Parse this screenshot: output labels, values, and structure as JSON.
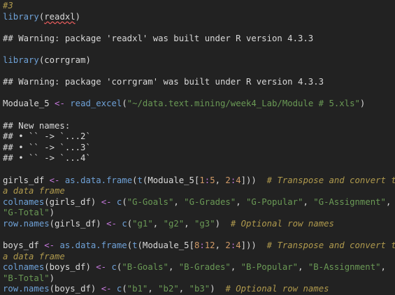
{
  "lines": {
    "l01": "#3",
    "l02_fn": "library",
    "l02_arg": "readxl",
    "l03": "## Warning: package 'readxl' was built under R version 4.3.3",
    "l04_fn": "library",
    "l04_arg": "corrgram",
    "l05": "## Warning: package 'corrgram' was built under R version 4.3.3",
    "l06_var": "Moduale_5",
    "l06_op": "<-",
    "l06_fn": "read_excel",
    "l06_str": "\"~/data.text.mining/week4_Lab/Module # 5.xls\"",
    "l07": "## New names:",
    "l08": "## • `` -> `...2`",
    "l09": "## • `` -> `...3`",
    "l10": "## • `` -> `...4`",
    "l11_var": "girls_df",
    "l11_fn1": "as.data.frame",
    "l11_fn2": "t",
    "l11_obj": "Moduale_5",
    "l11_n1": "1",
    "l11_n2": "5",
    "l11_n3": "2",
    "l11_n4": "4",
    "l11_cmt": "# Transpose and convert to",
    "l12_cmt": "a data frame",
    "l13_fn": "colnames",
    "l13_var": "girls_df",
    "l13_s1": "\"G-Goals\"",
    "l13_s2": "\"G-Grades\"",
    "l13_s3": "\"G-Popular\"",
    "l13_s4": "\"G-Assignment\"",
    "l14_s5": "\"G-Total\"",
    "l15_fn": "row.names",
    "l15_var": "girls_df",
    "l15_s1": "\"g1\"",
    "l15_s2": "\"g2\"",
    "l15_s3": "\"g3\"",
    "l15_cmt": "# Optional row names",
    "l16_var": "boys_df",
    "l16_fn1": "as.data.frame",
    "l16_fn2": "t",
    "l16_obj": "Moduale_5",
    "l16_n1": "8",
    "l16_n2": "12",
    "l16_n3": "2",
    "l16_n4": "4",
    "l16_cmt": "# Transpose and convert to",
    "l17_cmt": "a data frame",
    "l18_fn": "colnames",
    "l18_var": "boys_df",
    "l18_s1": "\"B-Goals\"",
    "l18_s2": "\"B-Grades\"",
    "l18_s3": "\"B-Popular\"",
    "l18_s4": "\"B-Assignment\"",
    "l19_s5": "\"B-Total\"",
    "l20_fn": "row.names",
    "l20_var": "boys_df",
    "l20_s1": "\"b1\"",
    "l20_s2": "\"b2\"",
    "l20_s3": "\"b3\"",
    "l20_cmt": "# Optional row names"
  },
  "colors": {
    "background": "#222222",
    "comment": "#b09a4d",
    "function": "#6fa2d8",
    "string": "#6a9955",
    "number": "#d19a66",
    "operator": "#c678dd",
    "text": "#d9d9d9"
  }
}
